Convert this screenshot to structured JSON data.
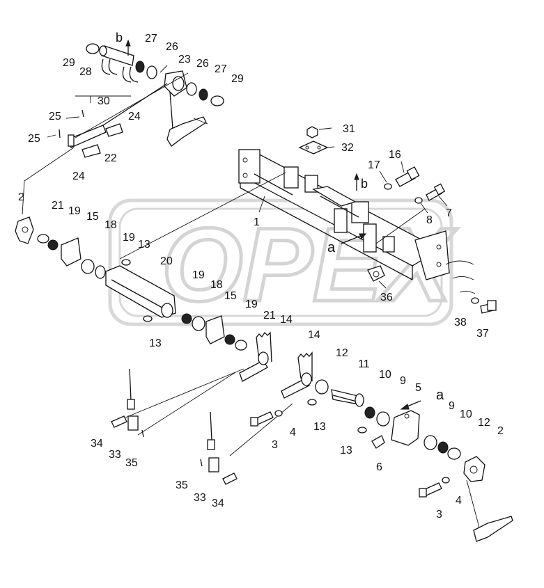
{
  "watermark": {
    "text": "OPEX"
  },
  "view_labels": [
    "a",
    "b",
    "a",
    "b"
  ],
  "callouts": [
    "29",
    "28",
    "27",
    "26",
    "23",
    "26",
    "27",
    "29",
    "30",
    "25",
    "25",
    "24",
    "24",
    "22",
    "31",
    "32",
    "17",
    "16",
    "8",
    "7",
    "1",
    "2",
    "21",
    "19",
    "15",
    "18",
    "19",
    "13",
    "20",
    "19",
    "18",
    "15",
    "19",
    "21",
    "14",
    "13",
    "36",
    "38",
    "37",
    "14",
    "12",
    "11",
    "10",
    "9",
    "5",
    "13",
    "13",
    "6",
    "9",
    "10",
    "12",
    "2",
    "34",
    "33",
    "35",
    "3",
    "4",
    "35",
    "33",
    "34",
    "4",
    "3"
  ]
}
